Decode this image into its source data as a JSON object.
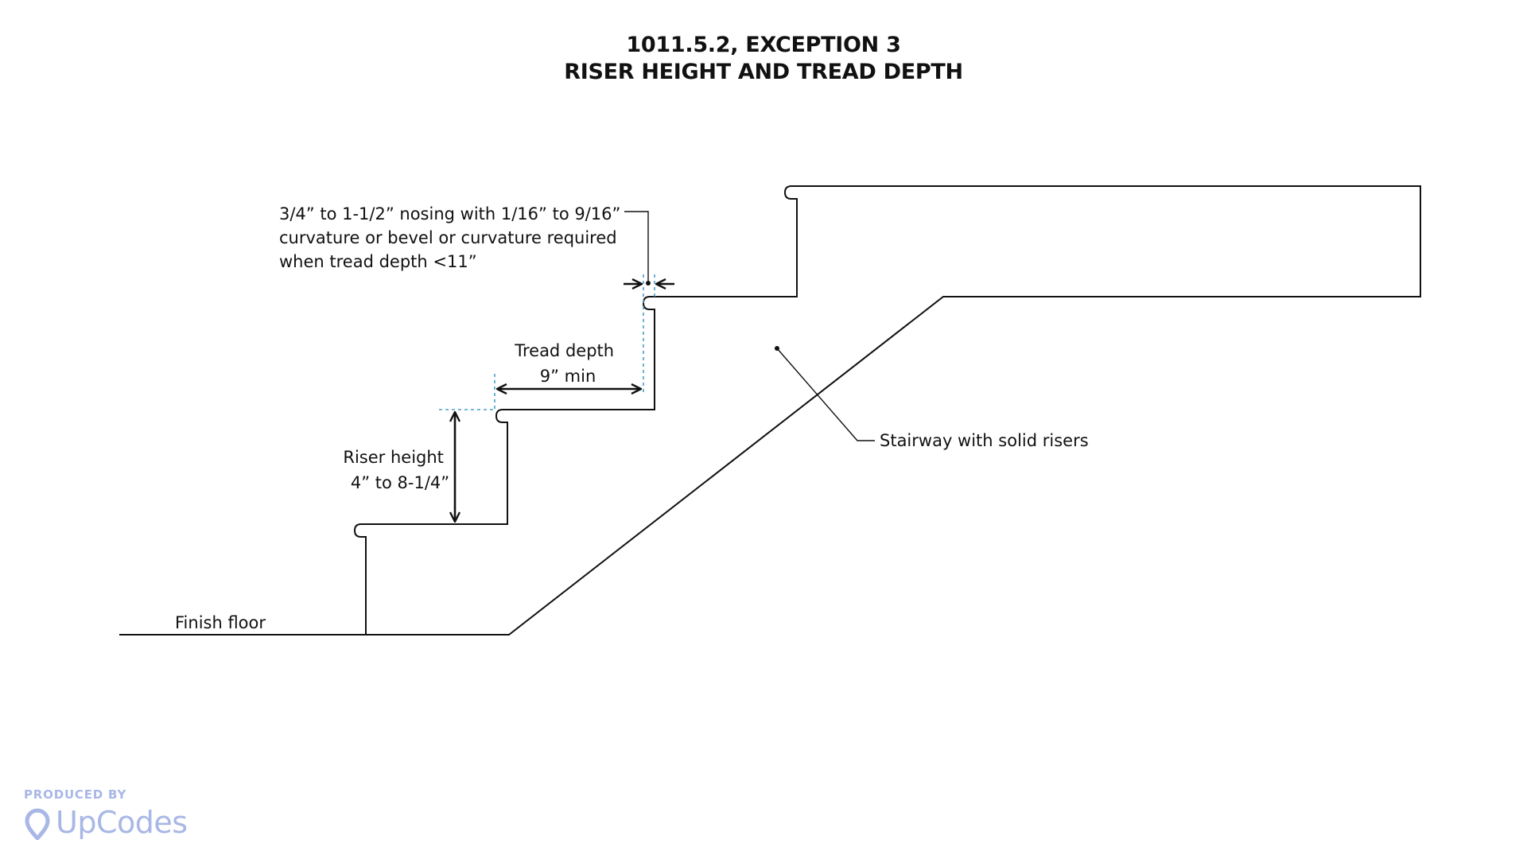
{
  "title": {
    "line1": "1011.5.2, EXCEPTION 3",
    "line2": "RISER HEIGHT AND TREAD DEPTH"
  },
  "labels": {
    "nosing_line1": "3/4” to 1-1/2” nosing with 1/16” to 9/16”",
    "nosing_line2": "curvature or bevel or curvature required",
    "nosing_line3": "when tread depth <11”",
    "tread_line1": "Tread depth",
    "tread_line2": "9” min",
    "riser_line1": "Riser height",
    "riser_line2": "4” to 8-1/4”",
    "finish_floor": "Finish floor",
    "stairway": "Stairway with solid risers"
  },
  "brand": {
    "produced_by": "PRODUCED BY",
    "name": "UpCodes",
    "color": "#a8b7e6"
  },
  "colors": {
    "line": "#111111",
    "guide": "#4a9fc8"
  }
}
